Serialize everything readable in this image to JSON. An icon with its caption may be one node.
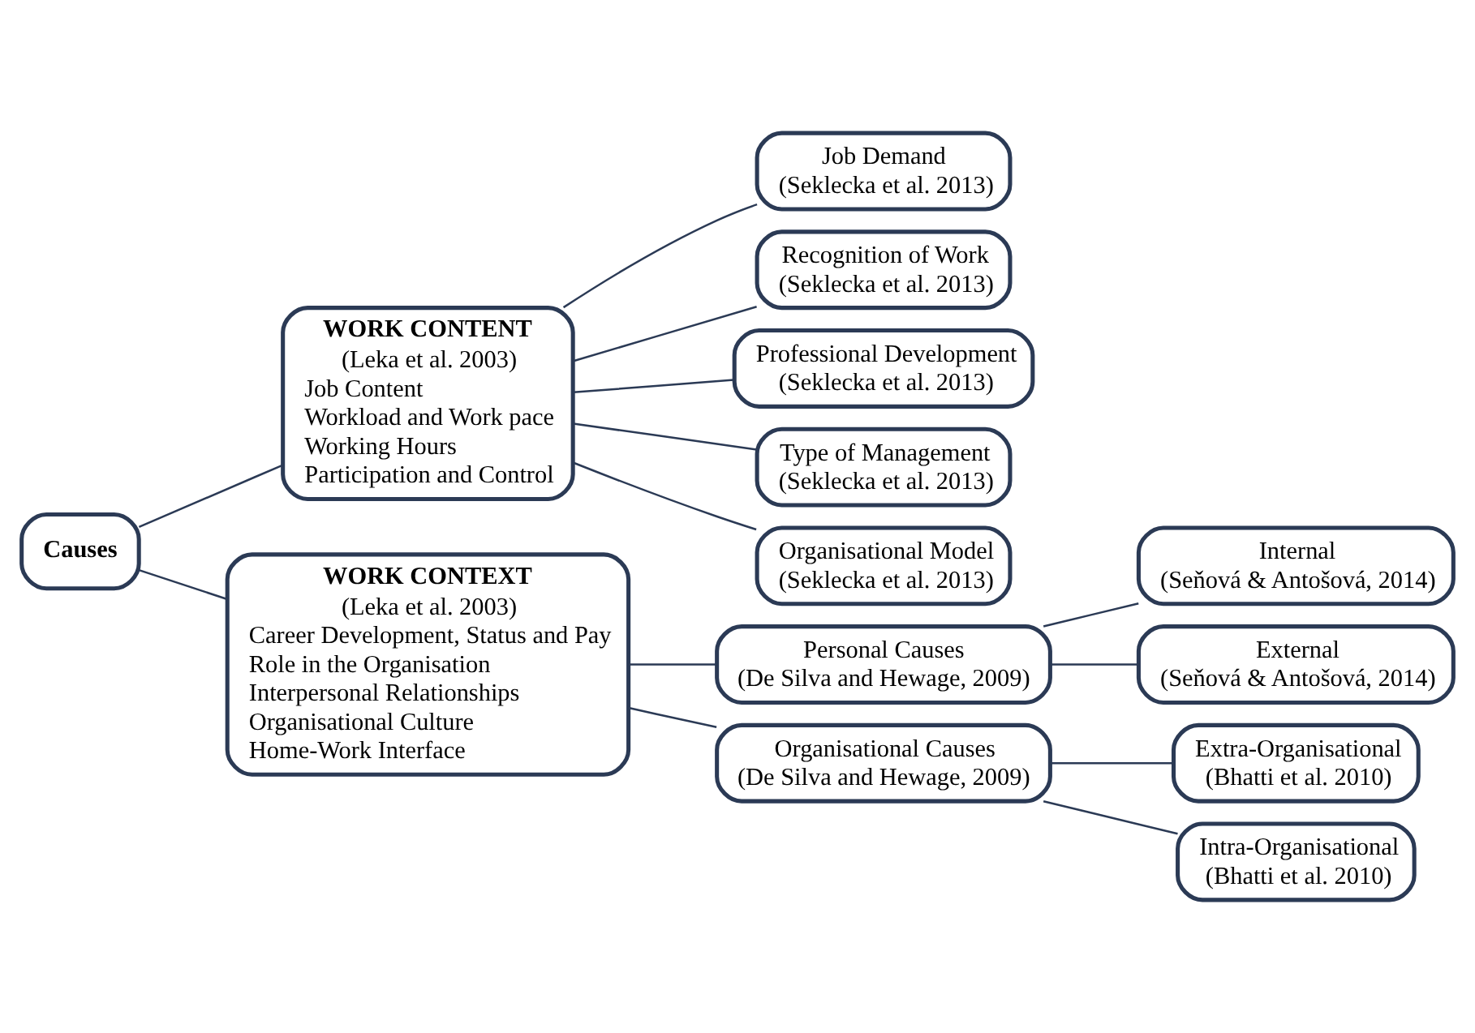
{
  "diagram": {
    "nodes": [
      {
        "text": [
          "Causes"
        ]
      },
      {
        "text": [
          "WORK CONTENT",
          "(Leka et al. 2003)",
          "Job Content",
          "Workload and Work pace",
          "Working Hours",
          "Participation and Control"
        ]
      },
      {
        "text": [
          "WORK CONTEXT",
          "(Leka et al. 2003)",
          "Career Development, Status and Pay",
          "Role in the Organisation",
          "Interpersonal Relationships",
          "Organisational Culture",
          "Home-Work Interface"
        ]
      },
      {
        "text": [
          "Job Demand",
          "(Seklecka et al. 2013)"
        ]
      },
      {
        "text": [
          "Recognition of Work",
          "(Seklecka et al. 2013)"
        ]
      },
      {
        "text": [
          "Professional Development",
          "(Seklecka et al. 2013)"
        ]
      },
      {
        "text": [
          "Type of Management",
          "(Seklecka et al. 2013)"
        ]
      },
      {
        "text": [
          "Organisational Model",
          "(Seklecka et al. 2013)"
        ]
      },
      {
        "text": [
          "Personal Causes",
          "(De Silva and Hewage, 2009)"
        ]
      },
      {
        "text": [
          "Organisational Causes",
          "(De Silva and Hewage, 2009)"
        ]
      },
      {
        "text": [
          "Internal",
          "(Seňová & Antošová, 2014)"
        ]
      },
      {
        "text": [
          "External",
          "(Seňová & Antošová, 2014)"
        ]
      },
      {
        "text": [
          "Extra-Organisational",
          "(Bhatti et al. 2010)"
        ]
      },
      {
        "text": [
          "Intra-Organisational",
          "(Bhatti et al. 2010)"
        ]
      }
    ],
    "edges": [
      {
        "from": 0,
        "to": 1,
        "arrow": "none"
      },
      {
        "from": 0,
        "to": 2,
        "arrow": "none"
      },
      {
        "from": 1,
        "to": 3,
        "arrow": "none"
      },
      {
        "from": 1,
        "to": 4,
        "arrow": "none"
      },
      {
        "from": 1,
        "to": 5,
        "arrow": "none"
      },
      {
        "from": 1,
        "to": 6,
        "arrow": "none"
      },
      {
        "from": 1,
        "to": 7,
        "arrow": "none"
      },
      {
        "from": 2,
        "to": 8,
        "arrow": "none"
      },
      {
        "from": 2,
        "to": 9,
        "arrow": "none"
      },
      {
        "from": 8,
        "to": 10,
        "arrow": "none"
      },
      {
        "from": 8,
        "to": 11,
        "arrow": "none"
      },
      {
        "from": 9,
        "to": 12,
        "arrow": "none"
      },
      {
        "from": 9,
        "to": 13,
        "arrow": "none"
      }
    ]
  }
}
